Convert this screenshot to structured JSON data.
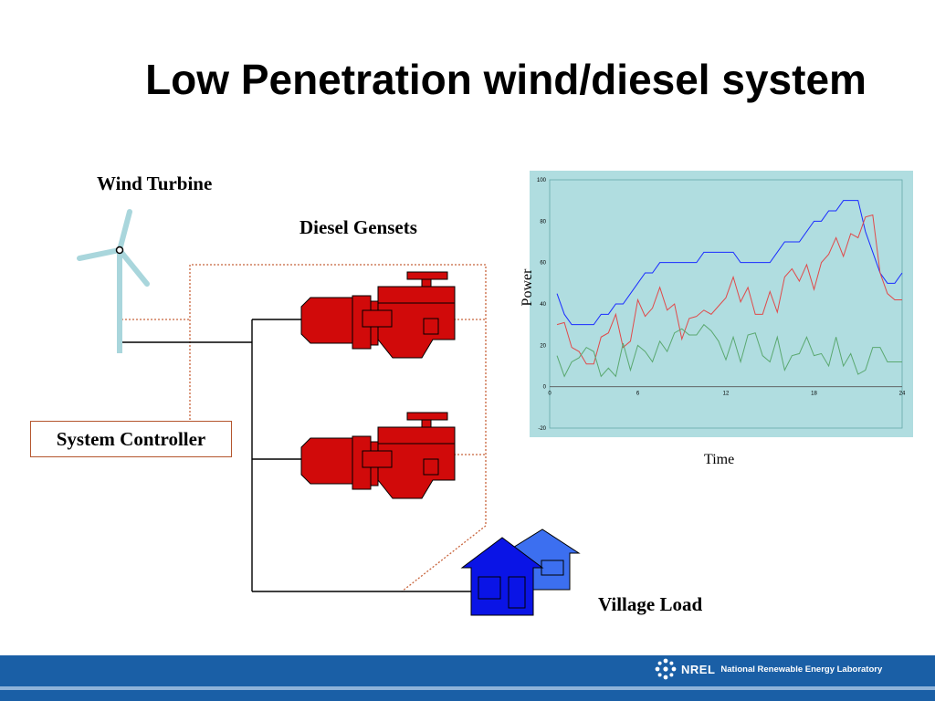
{
  "slide": {
    "title": "Low Penetration wind/diesel system"
  },
  "labels": {
    "wind_turbine": "Wind Turbine",
    "diesel_gensets": "Diesel Gensets",
    "system_controller": "System Controller",
    "village_load": "Village Load"
  },
  "footer": {
    "logo_mark": "NREL",
    "organization": "National Renewable Energy Laboratory"
  },
  "colors": {
    "genset": "#d10a0a",
    "house_front": "#0a14e6",
    "house_back": "#3c6ff0",
    "control_line": "#c8643c",
    "chart_bg": "#b0dde0",
    "series_blue": "#1a2cff",
    "series_red": "#e04a4a",
    "series_green": "#5aa870",
    "footer": "#1a5fa6"
  },
  "chart_data": {
    "type": "line",
    "xlabel": "Time",
    "ylabel": "Power",
    "xlim": [
      0,
      24
    ],
    "ylim": [
      -20,
      100
    ],
    "x_ticks": [
      "0",
      "6",
      "12",
      "18",
      "24"
    ],
    "y_ticks": [
      "-20",
      "0",
      "20",
      "40",
      "60",
      "80",
      "100"
    ],
    "x": [
      0.5,
      1,
      1.5,
      2,
      2.5,
      3,
      3.5,
      4,
      4.5,
      5,
      5.5,
      6,
      6.5,
      7,
      7.5,
      8,
      8.5,
      9,
      9.5,
      10,
      10.5,
      11,
      11.5,
      12,
      12.5,
      13,
      13.5,
      14,
      14.5,
      15,
      15.5,
      16,
      16.5,
      17,
      17.5,
      18,
      18.5,
      19,
      19.5,
      20,
      20.5,
      21,
      21.5,
      22,
      22.5,
      23,
      23.5,
      24
    ],
    "series": [
      {
        "color": "blue",
        "values": [
          45,
          35,
          30,
          30,
          30,
          30,
          35,
          35,
          40,
          40,
          45,
          50,
          55,
          55,
          60,
          60,
          60,
          60,
          60,
          60,
          65,
          65,
          65,
          65,
          65,
          60,
          60,
          60,
          60,
          60,
          65,
          70,
          70,
          70,
          75,
          80,
          80,
          85,
          85,
          90,
          90,
          90,
          75,
          65,
          55,
          50,
          50,
          55
        ]
      },
      {
        "color": "red",
        "values": [
          30,
          31,
          19,
          17,
          11,
          11,
          24,
          26,
          35,
          19,
          22,
          42,
          34,
          38,
          48,
          37,
          40,
          23,
          33,
          34,
          37,
          35,
          39,
          43,
          53,
          41,
          48,
          35,
          35,
          46,
          36,
          53,
          57,
          51,
          59,
          47,
          60,
          64,
          72,
          63,
          74,
          72,
          82,
          83,
          55,
          45,
          42,
          42
        ]
      },
      {
        "color": "green",
        "values": [
          15,
          5,
          12,
          14,
          19,
          17,
          5,
          9,
          5,
          21,
          8,
          20,
          17,
          12,
          22,
          17,
          26,
          28,
          25,
          25,
          30,
          27,
          22,
          13,
          24,
          12,
          25,
          26,
          15,
          12,
          24,
          8,
          15,
          16,
          24,
          15,
          16,
          10,
          24,
          10,
          16,
          6,
          8,
          19,
          19,
          12,
          12,
          12
        ]
      }
    ]
  }
}
